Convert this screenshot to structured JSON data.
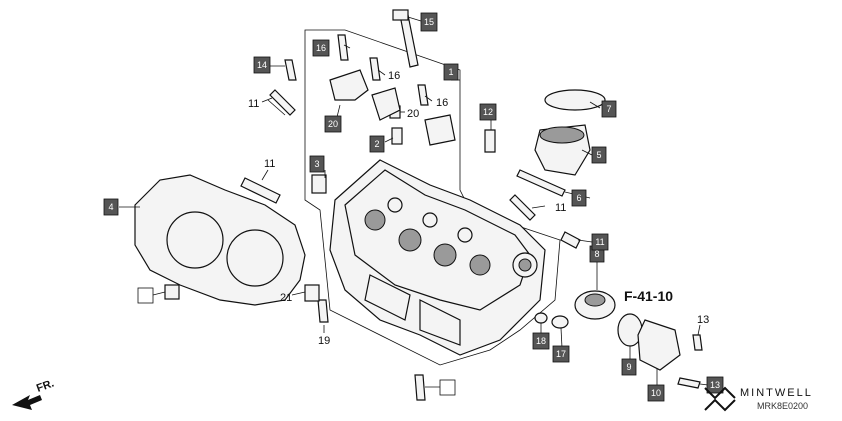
{
  "callouts": {
    "c1": "1",
    "c2": "2",
    "c3": "3",
    "c4": "4",
    "c5": "5",
    "c6": "6",
    "c7": "7",
    "c8": "8",
    "c9": "9",
    "c10": "10",
    "c11": "11",
    "c12": "12",
    "c13": "13",
    "c14": "14",
    "c15": "15",
    "c16": "16",
    "c17": "17",
    "c18": "18",
    "c19": "19",
    "c20": "20",
    "c21": "21"
  },
  "reference": "F-41-10",
  "direction_label": "FR.",
  "brand": "MINTWELL",
  "diagram_code": "MRK8E0200",
  "colors": {
    "callout_box": "#555555",
    "line": "#111111"
  }
}
